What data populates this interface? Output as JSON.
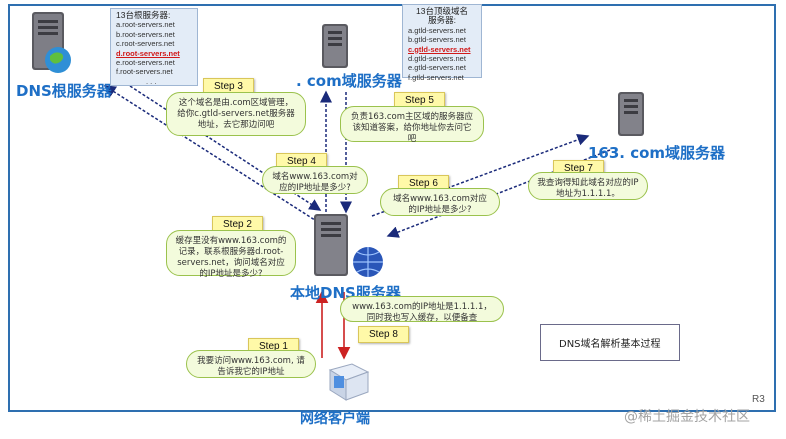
{
  "root_server": {
    "label": "DNS根服务器",
    "list_title": "13台根服务器:",
    "items": [
      "a.root-servers.net",
      "b.root-servers.net",
      "c.root-servers.net",
      "d.root-servers.net",
      "e.root-servers.net",
      "f.root-servers.net",
      ". . ."
    ]
  },
  "com_server": {
    "label": ". com域服务器",
    "list_title_1": "13台顶级域名",
    "list_title_2": "服务器:",
    "items": [
      "a.gtld-servers.net",
      "b.gtld-servers.net",
      "c.gtld-servers.net",
      "d.gtld-servers.net",
      "e.gtld-servers.net",
      "f.gtld-servers.net"
    ]
  },
  "domain_163_server": {
    "label": "163. com域服务器"
  },
  "local_server": {
    "label": "本地DNS服务器"
  },
  "client": {
    "label": "网络客户端"
  },
  "steps": {
    "s1": "Step 1",
    "s2": "Step 2",
    "s3": "Step 3",
    "s4": "Step 4",
    "s5": "Step 5",
    "s6": "Step 6",
    "s7": "Step 7",
    "s8": "Step 8"
  },
  "bubbles": {
    "b1": "我要访问www.163.com, 请告诉我它的IP地址",
    "b2": "缓存里没有www.163.com的记录，联系根服务器d.root-servers.net，询问域名对应的IP地址是多少?",
    "b3": "这个域名是由.com区域管理，给你c.gtld-servers.net服务器地址，去它那边问吧",
    "b4": "域名www.163.com对应的IP地址是多少?",
    "b5": "负责163.com主区域的服务器应该知道答案，给你地址你去问它吧",
    "b6": "域名www.163.com对应的IP地址是多少?",
    "b7": "我查询得知此域名对应的IP地址为1.1.1.1。",
    "b8": "www.163.com的IP地址是1.1.1.1，同时我也写入缓存，以便备查"
  },
  "caption": "DNS域名解析基本过程",
  "corner_mark": "R3",
  "watermark": "@稀土掘金技术社区",
  "colors": {
    "server_label": "#1e6fc6",
    "bubble_bg": "#f3fbdc",
    "step_bg": "#fff9a8",
    "arrow_dark": "#1a2a7a",
    "arrow_red": "#cc2222"
  }
}
